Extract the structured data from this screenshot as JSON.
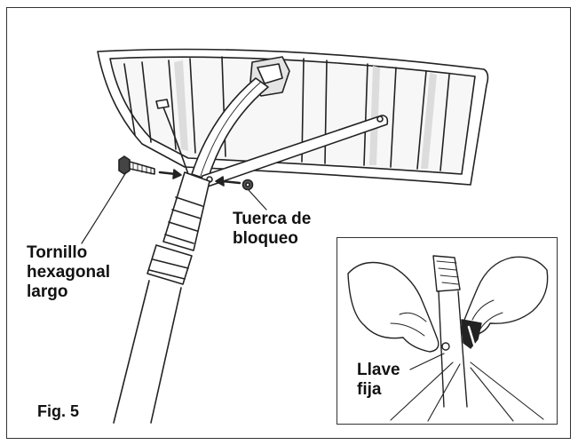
{
  "diagram": {
    "figure_label": "Fig. 5",
    "callouts": {
      "bolt": "Tornillo\nhexagonal\nlargo",
      "lock_nut": "Tuerca de\nbloqueo",
      "wrench": "Llave\nfija"
    }
  },
  "colors": {
    "line": "#222222",
    "frame": "#333333",
    "fill": "#ffffff",
    "shade": "#dcdcdc"
  }
}
